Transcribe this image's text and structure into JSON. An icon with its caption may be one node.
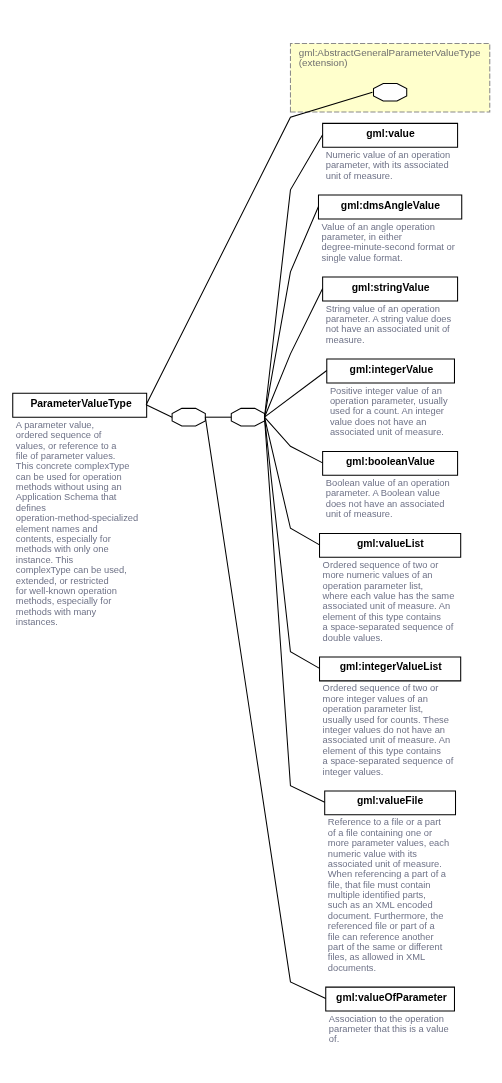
{
  "diagram": {
    "nodes": [
      {
        "text": [
          "ParameterValueType"
        ],
        "beside": [
          "A parameter value, ordered sequence of values, or reference to a file of parameter values. This concrete complexType can be used for operation methods without using an Application Schema that defines operation-method-specialized element names and contents, especially for methods with only one instance. This complexType can be used, extended, or restricted for well-known operation methods, especially for methods with many instances."
        ]
      },
      {
        "text": [
          "gml:AbstractGeneralParameterValueType (extension)"
        ]
      },
      {
        "text": [],
        "shape": "octagon",
        "in": 1
      },
      {
        "text": [],
        "shape": "octagon"
      },
      {
        "text": [],
        "shape": "octagon"
      },
      {
        "text": [
          "gml:value"
        ],
        "beside": [
          "Numeric value of an operation parameter, with its associated unit of measure."
        ]
      },
      {
        "text": [
          "gml:dmsAngleValue"
        ],
        "beside": [
          "Value of an angle operation parameter, in either degree-minute-second format or single value format."
        ]
      },
      {
        "text": [
          "gml:stringValue"
        ],
        "beside": [
          "String value of an operation parameter. A string value does not have an associated unit of measure."
        ]
      },
      {
        "text": [
          "gml:integerValue"
        ],
        "beside": [
          "Positive integer value of an operation parameter, usually used for a count. An integer value does not have an associated unit of measure."
        ]
      },
      {
        "text": [
          "gml:booleanValue"
        ],
        "beside": [
          "Boolean value of an operation parameter. A Boolean value does not have an associated unit of measure."
        ]
      },
      {
        "text": [
          "gml:valueList"
        ],
        "beside": [
          "Ordered sequence of two or more numeric values of an operation parameter list, where each value has the same associated unit of measure. An element of this type contains a space-separated sequence of double values."
        ]
      },
      {
        "text": [
          "gml:integerValueList"
        ],
        "beside": [
          "Ordered sequence of two or more integer values of an operation parameter list, usually used for counts. These integer values do not have an associated unit of measure. An element of this type contains a space-separated sequence of integer values."
        ]
      },
      {
        "text": [
          "gml:valueFile"
        ],
        "beside": [
          "Reference to a file or a part of a file containing one or more parameter values, each numeric value with its associated unit of measure. When referencing a part of a file, that file must contain multiple identified parts, such as an XML encoded document. Furthermore, the referenced file or part of a file can reference another part of the same or different files, as allowed in XML documents."
        ]
      },
      {
        "text": [
          "gml:valueOfParameter"
        ],
        "beside": [
          "Association to the operation parameter that this is a value of."
        ]
      }
    ],
    "edges": [
      {
        "from": 0,
        "to": 2,
        "arrow": "none"
      },
      {
        "from": 0,
        "to": 3,
        "arrow": "none"
      },
      {
        "from": 3,
        "to": 4,
        "arrow": "none"
      },
      {
        "from": 4,
        "to": 5,
        "arrow": "none"
      },
      {
        "from": 4,
        "to": 6,
        "arrow": "none"
      },
      {
        "from": 4,
        "to": 7,
        "arrow": "none"
      },
      {
        "from": 4,
        "to": 8,
        "arrow": "none"
      },
      {
        "from": 4,
        "to": 9,
        "arrow": "none"
      },
      {
        "from": 4,
        "to": 10,
        "arrow": "none"
      },
      {
        "from": 4,
        "to": 11,
        "arrow": "none"
      },
      {
        "from": 4,
        "to": 12,
        "arrow": "none"
      },
      {
        "from": 3,
        "to": 13,
        "arrow": "none"
      }
    ]
  }
}
